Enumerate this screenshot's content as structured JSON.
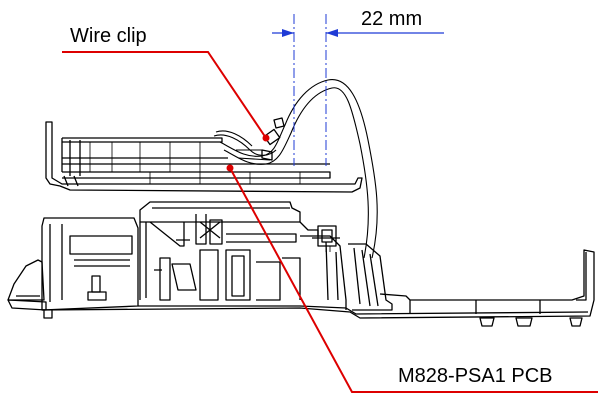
{
  "labels": {
    "dimension": "22 mm",
    "wire_clip": "Wire clip",
    "pcb": "M828-PSA1 PCB"
  },
  "colors": {
    "leader_lines": "#dd0000",
    "dimension_lines": "#1f3bd6",
    "drawing": "#000000",
    "background": "#ffffff"
  }
}
